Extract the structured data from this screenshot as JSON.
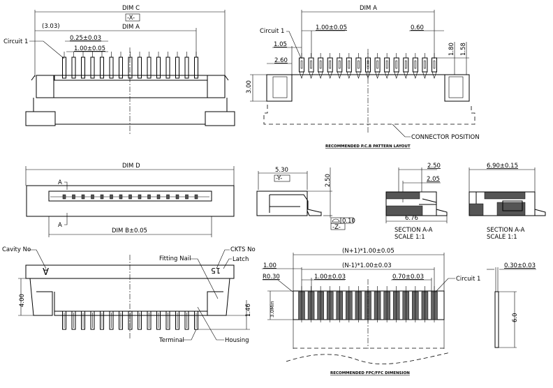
{
  "front_view": {
    "dim_c": "DIM C",
    "datum_x": "-X-",
    "dim_a": "DIM A",
    "offset": "(3.03)",
    "circuit1": "Circuit 1",
    "pin_width": "0.25±0.03",
    "pitch": "1.00±0.05",
    "pin_count": 15
  },
  "pcb_layout": {
    "dim_a": "DIM A",
    "circuit1": "Circuit 1",
    "pitch": "1.00±0.05",
    "pad_width": "0.60",
    "d105": "1.05",
    "d260": "2.60",
    "d300": "3.00",
    "d180": "1.80",
    "d158": "1.58",
    "connector_position": "CONNECTOR POSITION",
    "caption": "RECOMMENDED P.C.B PATTERN LAYOUT",
    "pad_count": 15
  },
  "top_view": {
    "dim_d": "DIM D",
    "dim_b": "DIM B±0.05",
    "section_mark": "A"
  },
  "side_view": {
    "d530": "5.30",
    "datum_y": "-Y-",
    "d250": "2.50",
    "flatness": "0.10",
    "datum_z": "-Z-"
  },
  "section1": {
    "d250": "2.50",
    "d205": "2.05",
    "d676": "6.76",
    "title": "SECTION A-A",
    "scale": "SCALE    1:1"
  },
  "section2": {
    "d690": "6.90±0.15",
    "title": "SECTION A-A",
    "scale": "SCALE    1:1"
  },
  "bottom_view": {
    "cavity_no": "Cavity No",
    "ckts_no": "CKTS No",
    "fitting_nail": "Fitting Nail",
    "latch": "Latch",
    "cavity_mark": "A",
    "ckts_mark": "15",
    "d400": "4.00",
    "d146": "1.46",
    "terminal": "Terminal",
    "housing": "Housing"
  },
  "ffc": {
    "total": "(N+1)*1.00±0.05",
    "span": "(N-1)*1.00±0.03",
    "edge": "1.00",
    "radius": "R0.30",
    "pitch": "1.00±0.03",
    "contact_width": "0.70±0.03",
    "circuit1": "Circuit 1",
    "min_len": "3.0Min",
    "thickness": "0.30±0.03",
    "length": "6.0",
    "caption": "RECOMMENDED FPC/FFC DIMENSION",
    "contact_count": 15
  }
}
